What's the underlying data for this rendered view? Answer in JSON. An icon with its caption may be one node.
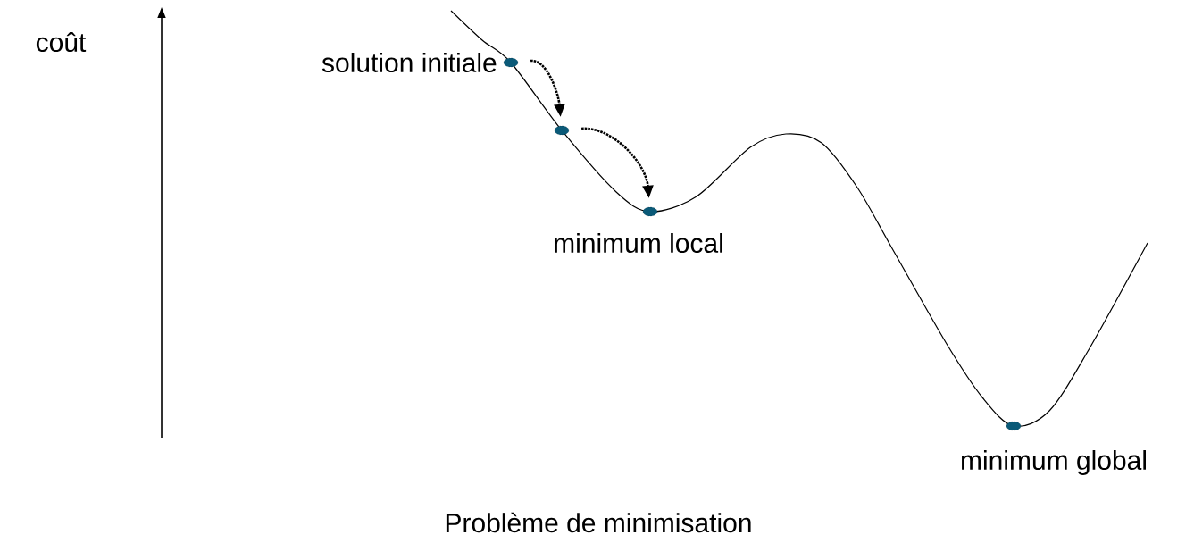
{
  "diagram": {
    "caption": "Problème de minimisation",
    "nodes": [
      {
        "text": [],
        "shape": "circle",
        "beside": [
          "solution initiale"
        ]
      },
      {
        "text": [],
        "shape": "circle"
      },
      {
        "text": [],
        "shape": "circle",
        "beside": [
          "minimum local"
        ]
      },
      {
        "text": [],
        "shape": "circle",
        "beside": [
          "minimum global"
        ]
      }
    ],
    "edges": [
      {
        "from": 0,
        "to": 1,
        "arrow": "to",
        "style": "dashed"
      },
      {
        "from": 1,
        "to": 2,
        "arrow": "to",
        "style": "dashed"
      }
    ],
    "labels": [
      "coût"
    ]
  }
}
